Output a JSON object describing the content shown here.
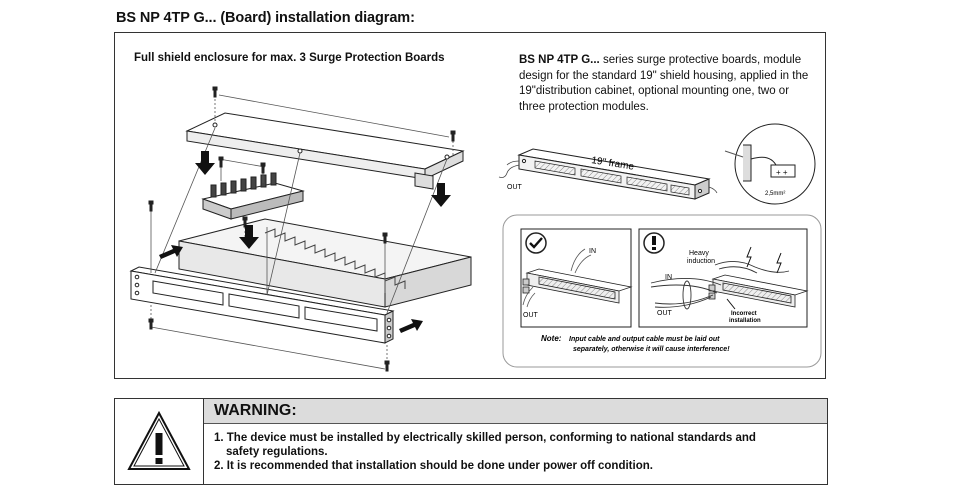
{
  "title": "BS NP 4TP G... (Board) installation diagram:",
  "left_panel": {
    "title": "Full shield enclosure for max. 3 Surge Protection Boards"
  },
  "description": {
    "strong": "BS NP 4TP G...",
    "rest": " series surge protective boards, module design for the standard 19\" shield housing, applied in the 19\"distribution cabinet, optional mounting one, two or three protection modules."
  },
  "frame_view": {
    "frame_label": "19\" frame",
    "out_label": "OUT",
    "wire_label": "2,5mm²"
  },
  "cabling": {
    "correct": {
      "in_label": "IN",
      "out_label": "OUT",
      "icon": "check-icon"
    },
    "incorrect": {
      "in_label": "IN",
      "out_label": "OUT",
      "heavy_label": [
        "Heavy",
        "induction"
      ],
      "incorrect_label": [
        "Incorrect",
        "installation"
      ],
      "icon": "exclamation-icon"
    },
    "note_label": "Note:",
    "note_text_1": "Input cable and output cable must be laid out",
    "note_text_2": "separately, otherwise it will cause interference!"
  },
  "warning": {
    "title": "WARNING:",
    "item1_line1": "1. The device must be installed by electrically skilled person, conforming to national standards and",
    "item1_line2": "safety regulations.",
    "item2": "2. It is recommended that installation should be done under power off condition."
  }
}
